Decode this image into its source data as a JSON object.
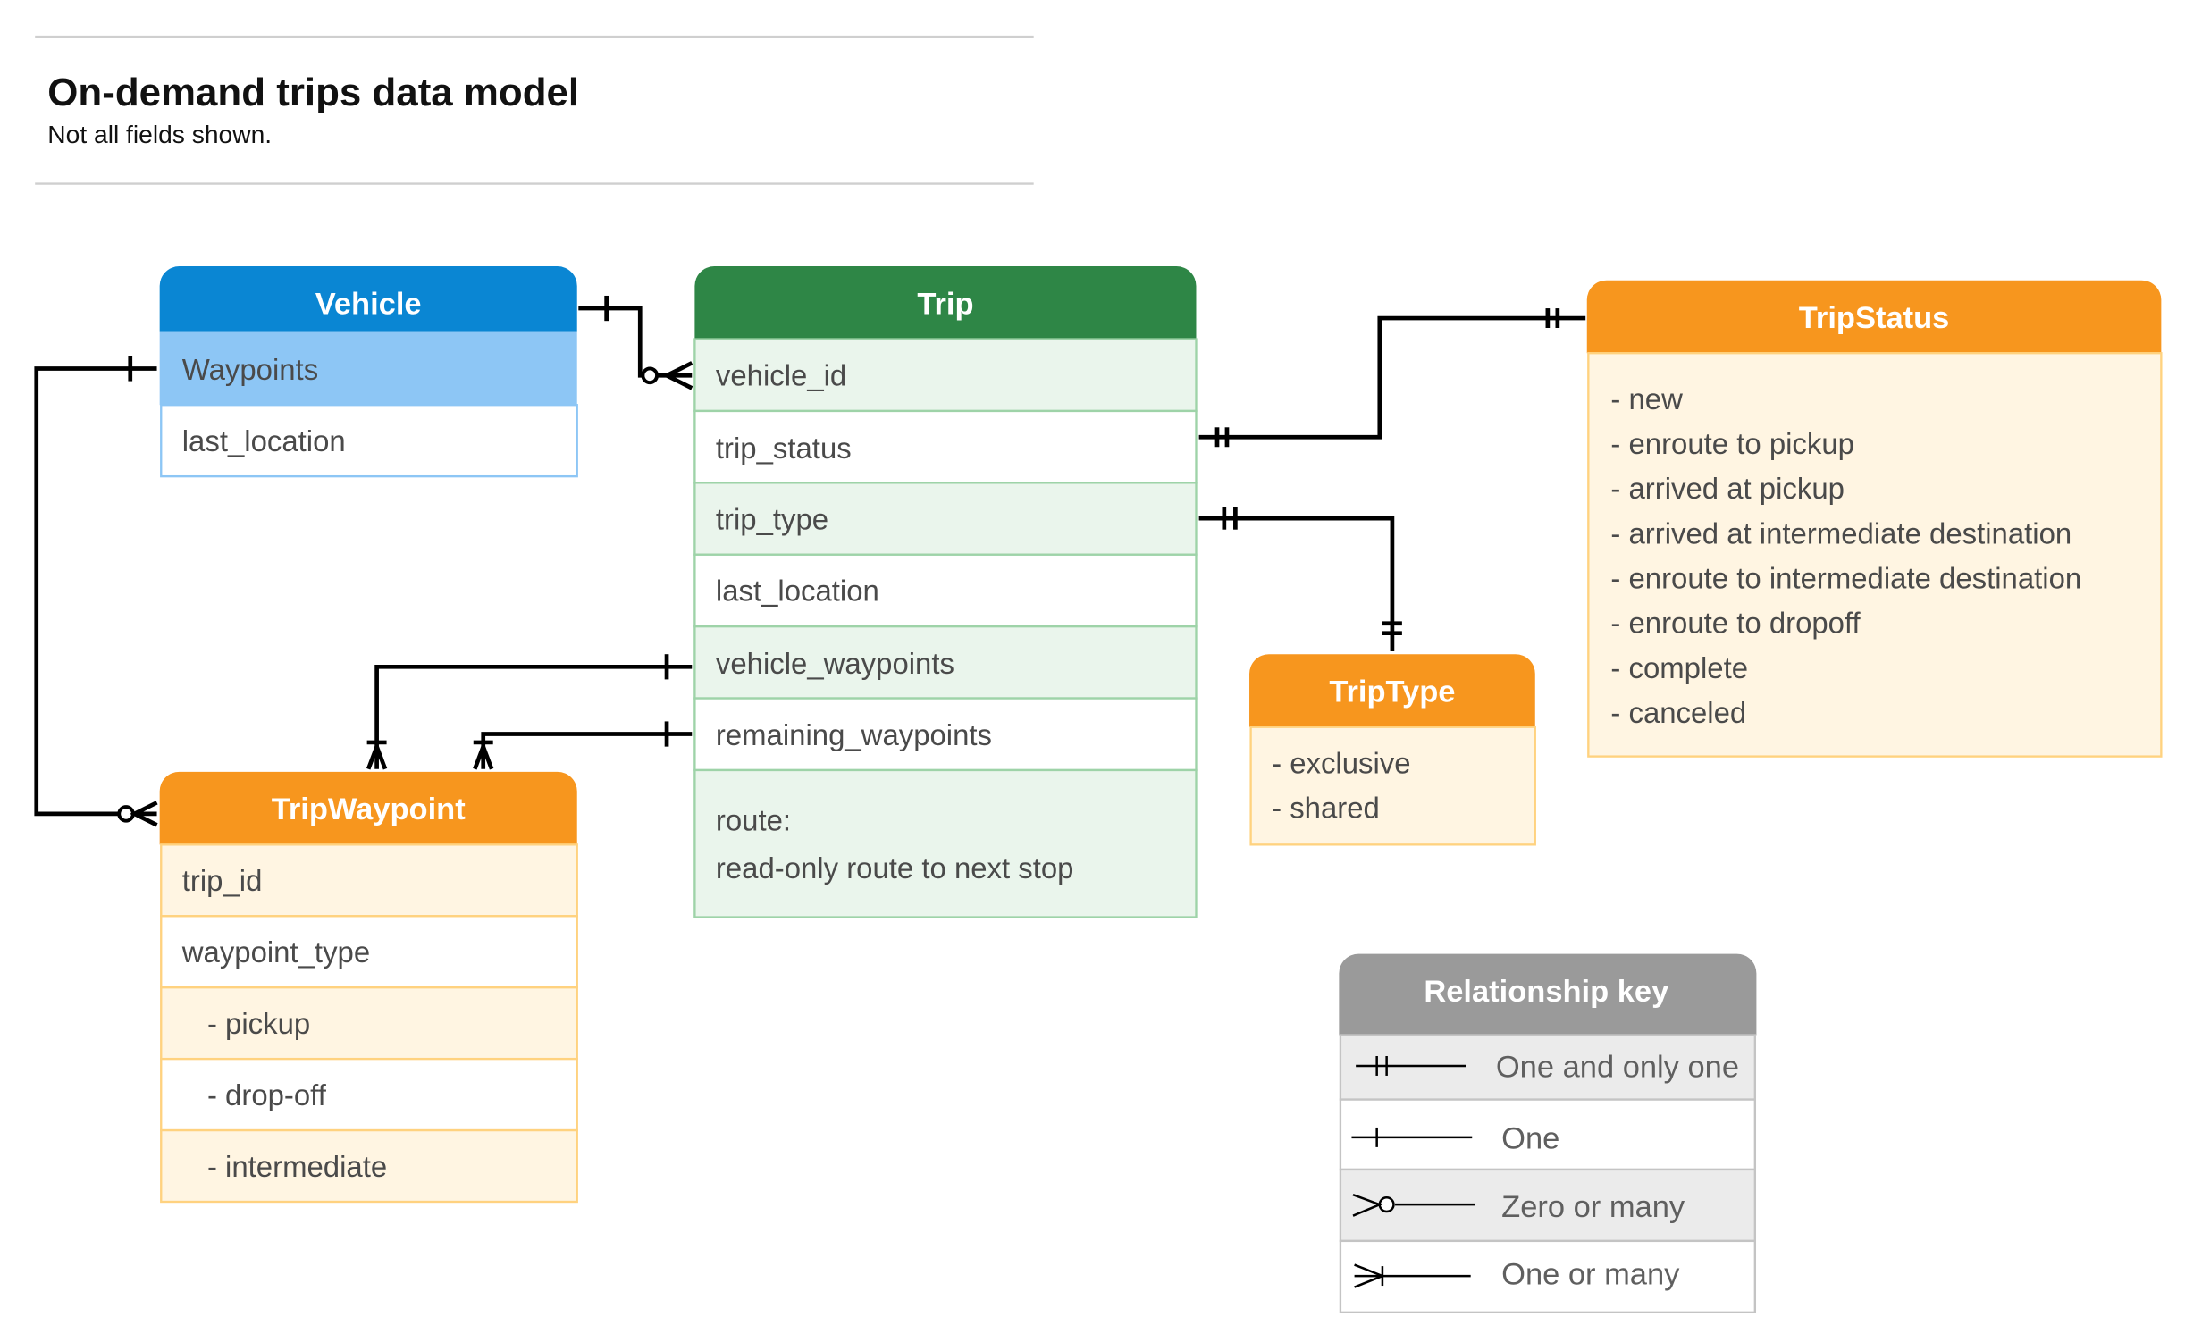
{
  "header": {
    "title": "On-demand trips data model",
    "subtitle": "Not all fields shown."
  },
  "colors": {
    "vehicle": "#0A86D3",
    "vehicle_highlight": "#8DC6F5",
    "trip": "#2E8646",
    "trip_row": "#EAF5EC",
    "orange": "#F7961E",
    "orange_row": "#FFF5E2",
    "key": "#9A9A9A"
  },
  "entities": {
    "vehicle": {
      "title": "Vehicle",
      "fields": [
        "Waypoints",
        "last_location"
      ]
    },
    "trip": {
      "title": "Trip",
      "fields": [
        "vehicle_id",
        "trip_status",
        "trip_type",
        "last_location",
        "vehicle_waypoints",
        "remaining_waypoints"
      ],
      "route_label": "route:",
      "route_desc": "read-only route to next stop"
    },
    "trip_status": {
      "title": "TripStatus",
      "values": [
        "- new",
        "- enroute to pickup",
        "- arrived at pickup",
        "- arrived at intermediate destination",
        "- enroute to intermediate destination",
        "- enroute to dropoff",
        "- complete",
        "- canceled"
      ]
    },
    "trip_type": {
      "title": "TripType",
      "values": [
        "- exclusive",
        "- shared"
      ]
    },
    "trip_waypoint": {
      "title": "TripWaypoint",
      "fields": [
        "trip_id",
        "waypoint_type",
        "- pickup",
        "- drop-off",
        "- intermediate"
      ]
    }
  },
  "relationships": [
    {
      "from": "Vehicle",
      "to": "Trip.vehicle_id",
      "from_card": "one",
      "to_card": "zero-or-many"
    },
    {
      "from": "Vehicle.Waypoints",
      "to": "TripWaypoint",
      "from_card": "one",
      "to_card": "zero-or-many"
    },
    {
      "from": "Trip.trip_status",
      "to": "TripStatus",
      "from_card": "one-and-only-one",
      "to_card": "one-and-only-one"
    },
    {
      "from": "Trip.trip_type",
      "to": "TripType",
      "from_card": "one-and-only-one",
      "to_card": "one-and-only-one"
    },
    {
      "from": "Trip.vehicle_waypoints",
      "to": "TripWaypoint",
      "from_card": "one",
      "to_card": "one-or-many"
    },
    {
      "from": "Trip.remaining_waypoints",
      "to": "TripWaypoint",
      "from_card": "one",
      "to_card": "one-or-many"
    }
  ],
  "key": {
    "title": "Relationship key",
    "items": [
      "One and only one",
      "One",
      "Zero or many",
      "One or many"
    ]
  }
}
